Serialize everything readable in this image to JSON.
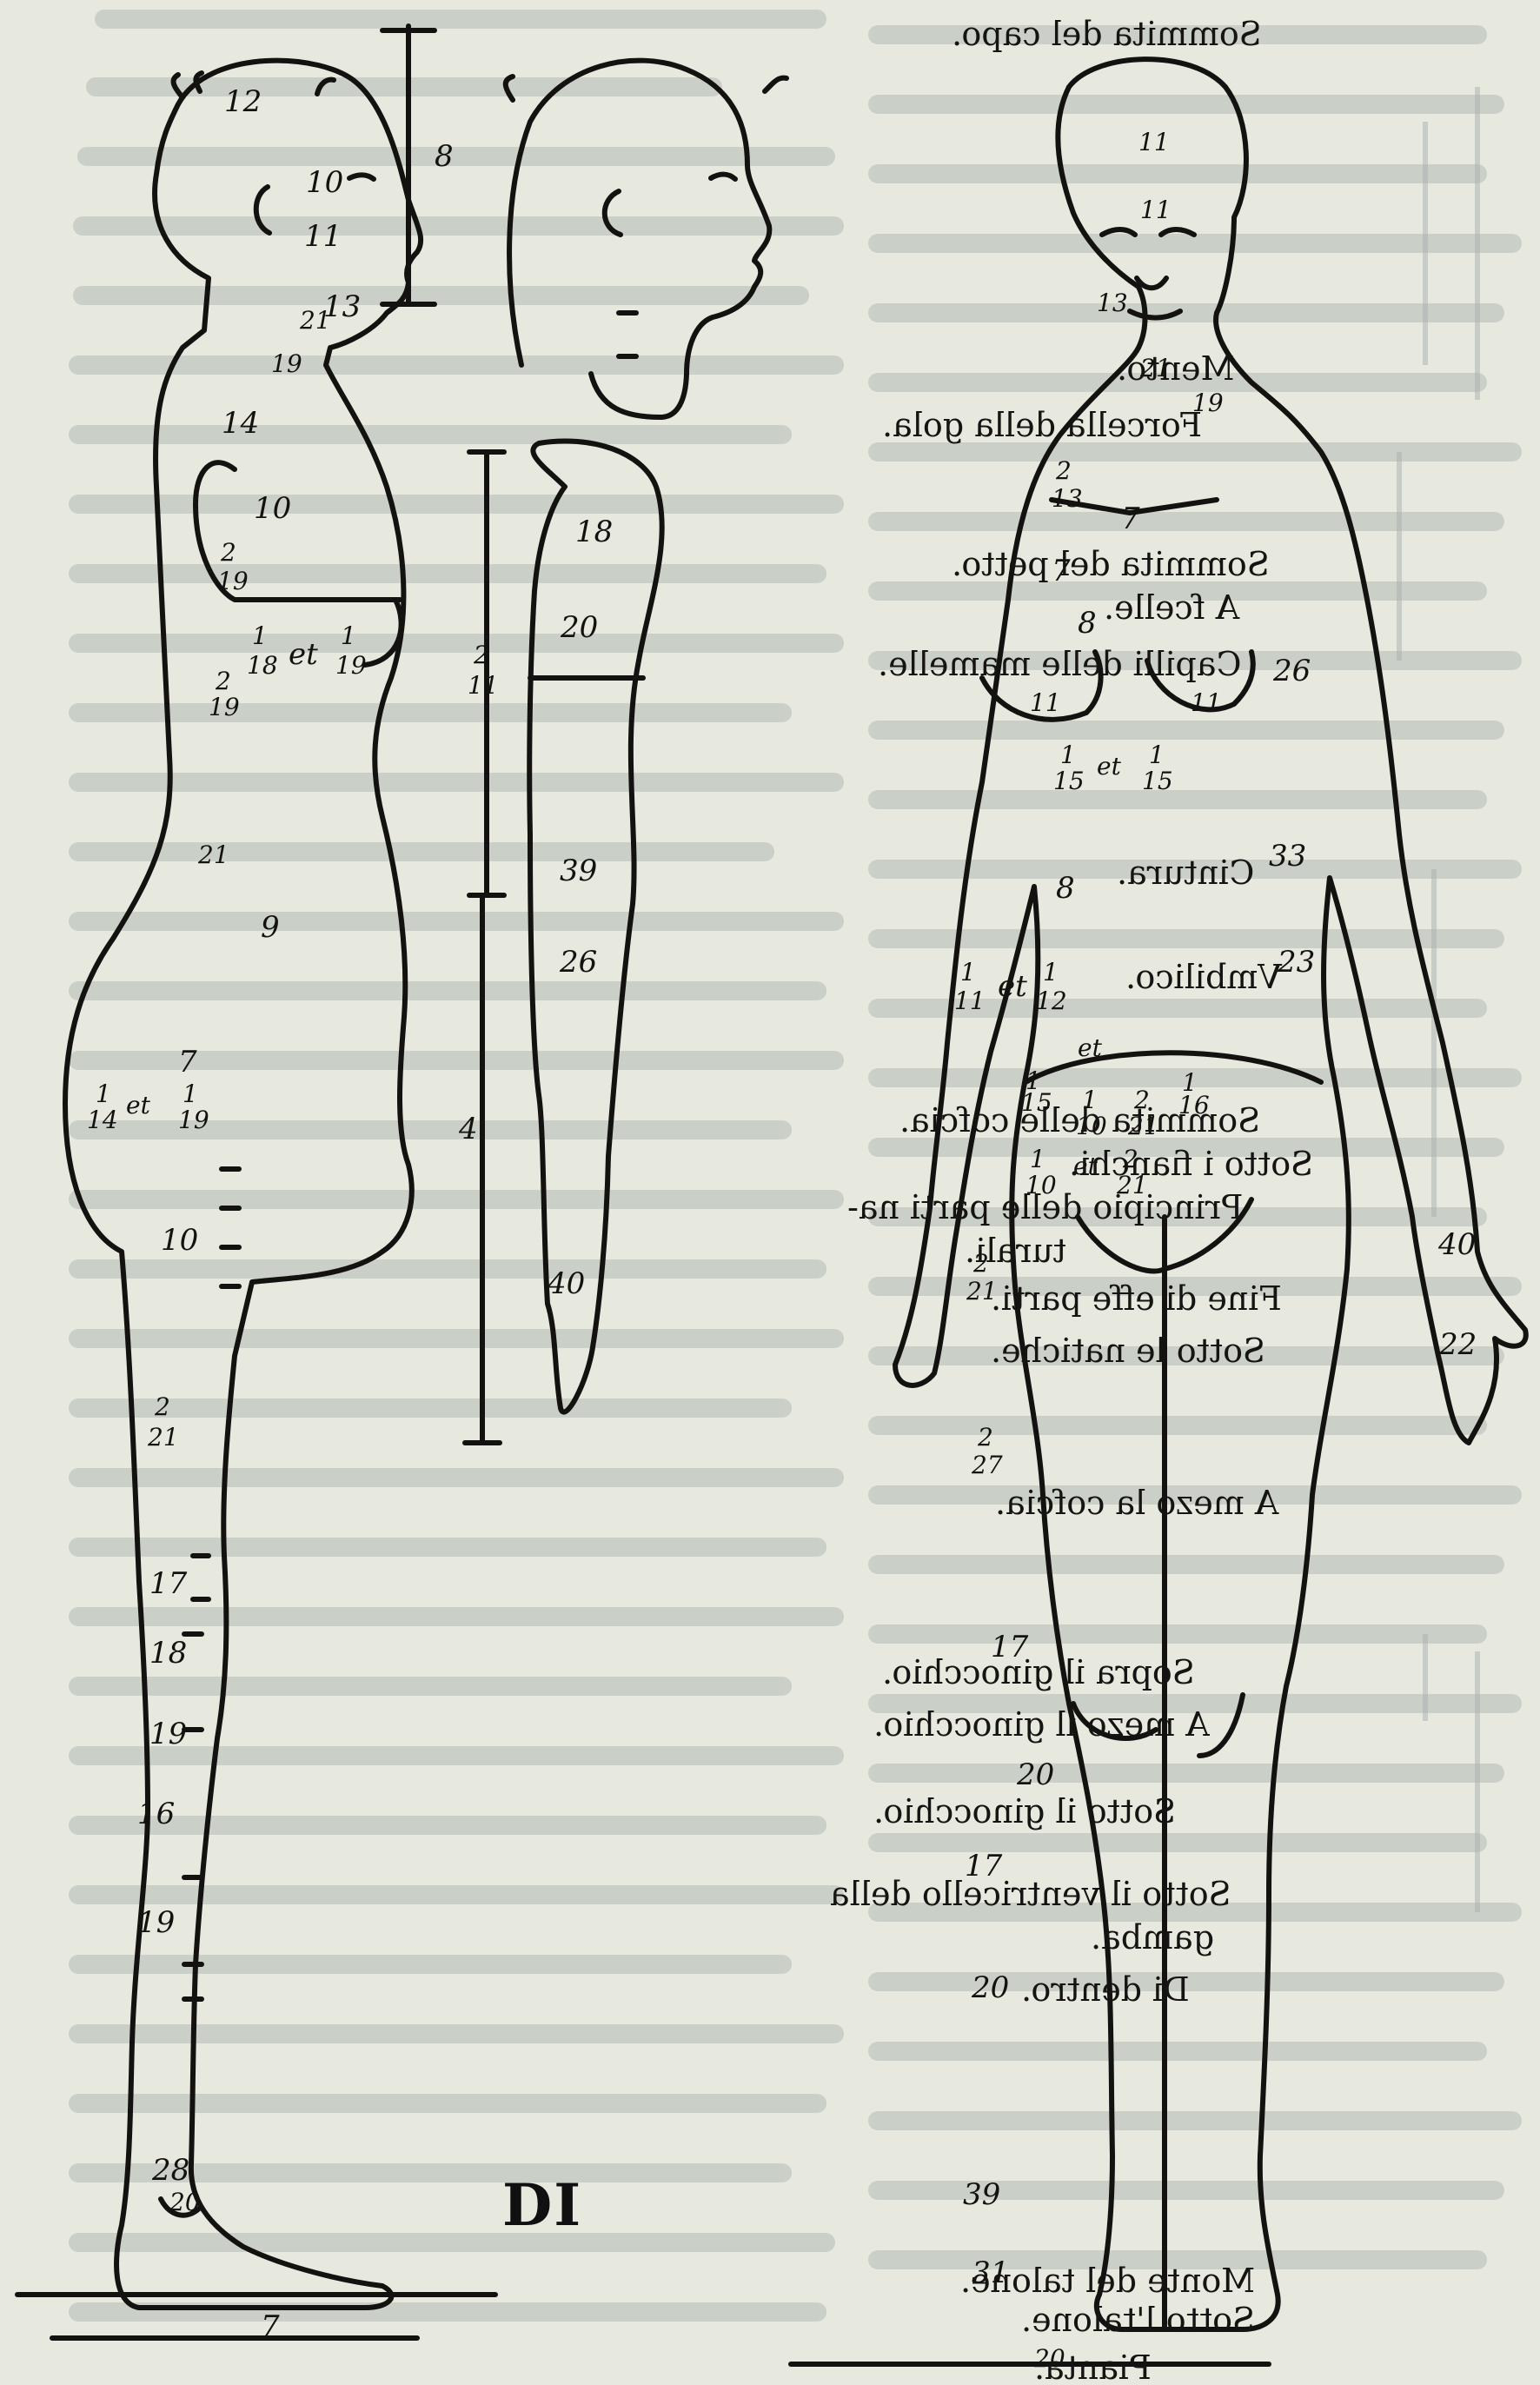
{
  "signature": "DI",
  "colors": {
    "paper": "#e7e9df",
    "ink": "#141210",
    "ghost_text": "#a5acab"
  },
  "labels": {
    "side_figure": [
      "12",
      "10",
      "11",
      "13",
      "21",
      "19",
      "14",
      "10",
      "2",
      "19",
      "1",
      "18",
      "et",
      "1",
      "19",
      "2",
      "19",
      "21",
      "9",
      "7",
      "1",
      "14",
      "et",
      "1",
      "19",
      "10",
      "2",
      "21",
      "17",
      "18",
      "19",
      "16",
      "19",
      "28",
      "20",
      "7"
    ],
    "profile_head": [
      "8"
    ],
    "arm": [
      "18",
      "20",
      "2",
      "11",
      "39",
      "26",
      "4",
      "40"
    ],
    "front_figure": [
      "11",
      "11",
      "13",
      "21",
      "19",
      "2",
      "13",
      "7",
      "7",
      "8",
      "26",
      "11",
      "11",
      "1",
      "15",
      "et",
      "1",
      "15",
      "33",
      "23",
      "8",
      "1",
      "11",
      "et",
      "1",
      "12",
      "et",
      "1",
      "15",
      "1",
      "10",
      "2",
      "21",
      "1",
      "16",
      "1",
      "10",
      "et",
      "2",
      "21",
      "2",
      "21",
      "2",
      "27",
      "17",
      "20",
      "17",
      "20",
      "39",
      "31",
      "40",
      "22",
      "20"
    ]
  },
  "reversed_text": [
    "Sommita del capo.",
    "Mento.",
    "Forcella della gola.",
    "Sommita del petto.",
    "A fcelle.",
    "Capilli delle mamelle.",
    "Cintura.",
    "Vmbilico.",
    "Sommita delle cofcia.",
    "Sotto i fianchi.",
    "Principio delle parti na-",
    "turali.",
    "Fine di effe parti.",
    "Sotto le natiche.",
    "A mezo la cofcia.",
    "Sopra il ginocchio.",
    "A mezo il ginocchio.",
    "Sotto il ginocchio.",
    "Sotto il ventricello della",
    "gamba.",
    "Di dentro.",
    "Monte del talone.",
    "Sotto l'talone.",
    "Pianta."
  ]
}
